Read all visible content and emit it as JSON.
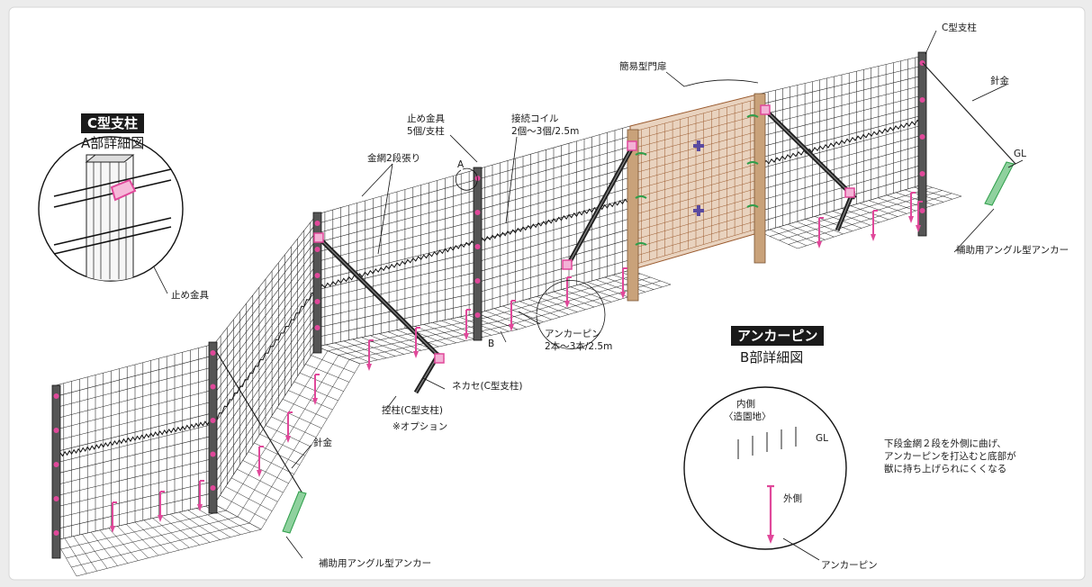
{
  "detail_a": {
    "badge": "C型支柱",
    "title": "A部詳細図",
    "clip_label": "止め金具"
  },
  "detail_b": {
    "badge": "アンカーピン",
    "title": "B部詳細図",
    "inside_line1": "内側",
    "inside_line2": "〈造園地〉",
    "gl": "GL",
    "outside": "外側",
    "pin_label": "アンカーピン",
    "note_line1": "下段金網２段を外側に曲げ、",
    "note_line2": "アンカーピンを打込むと底部が",
    "note_line3": "獣に持ち上げられにくくなる"
  },
  "main": {
    "c_post": "C型支柱",
    "wire_top": "針金",
    "gl": "GL",
    "gate": "簡易型門扉",
    "clip_line1": "止め金具",
    "clip_line2": "5個/支柱",
    "coil_line1": "接続コイル",
    "coil_line2": "2個～3個/2.5m",
    "mesh_two_tier": "金網2段張り",
    "marker_a": "A",
    "marker_b": "B",
    "anchor_pin_line1": "アンカーピン",
    "anchor_pin_line2": "2本～3本/2.5m",
    "anchor_angle_right": "補助用アングル型アンカー",
    "anchor_angle_bottom": "補助用アングル型アンカー",
    "nekase": "ネカセ(C型支柱)",
    "brace": "控柱(C型支柱)",
    "option": "※オプション",
    "wire_left": "針金"
  },
  "colors": {
    "frame_bg": "#ffffff",
    "page_bg": "#ececec",
    "mesh": "#1f1f1f",
    "clip": "#e0489a",
    "pin": "#e0489a",
    "gate_wood": "#c9a27a",
    "gate_mesh": "#9a5a2e",
    "green": "#2e9e4a",
    "hinge": "#5a4aa0"
  }
}
